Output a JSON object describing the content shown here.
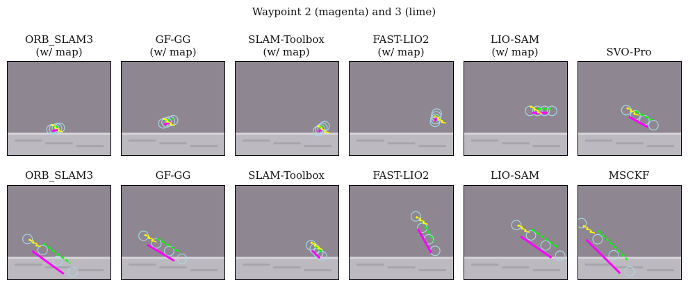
{
  "title": "Waypoint 2 (magenta) and 3 (lime)",
  "colors": {
    "waypoint2": "#ff00ff",
    "waypoint3": "#00ff00",
    "estimate": "#ffff00",
    "circle": "#a8d8e6",
    "wall": "#8e8690",
    "floor": "#bdb9c0"
  },
  "rows": [
    {
      "panels": [
        {
          "label_line1": "ORB_SLAM3",
          "label_line2": "(w/ map)"
        },
        {
          "label_line1": "GF-GG",
          "label_line2": "(w/ map)"
        },
        {
          "label_line1": "SLAM-Toolbox",
          "label_line2": "(w/ map)"
        },
        {
          "label_line1": "FAST-LIO2",
          "label_line2": "(w/ map)"
        },
        {
          "label_line1": "LIO-SAM",
          "label_line2": "(w/ map)"
        },
        {
          "label_line1": "SVO-Pro",
          "label_line2": ""
        }
      ]
    },
    {
      "panels": [
        {
          "label_line1": "ORB_SLAM3",
          "label_line2": ""
        },
        {
          "label_line1": "GF-GG",
          "label_line2": ""
        },
        {
          "label_line1": "SLAM-Toolbox",
          "label_line2": ""
        },
        {
          "label_line1": "FAST-LIO2",
          "label_line2": ""
        },
        {
          "label_line1": "LIO-SAM",
          "label_line2": ""
        },
        {
          "label_line1": "MSCKF",
          "label_line2": ""
        }
      ]
    }
  ]
}
